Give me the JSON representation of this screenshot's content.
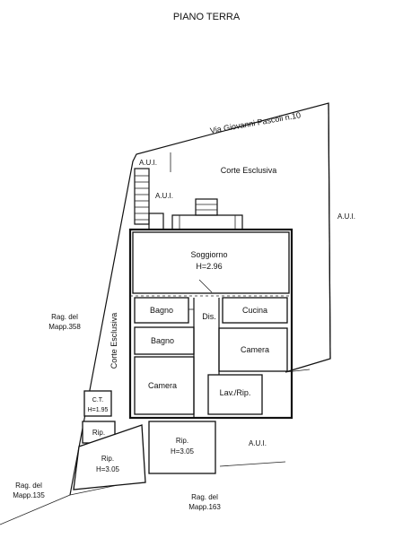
{
  "title": "PIANO TERRA",
  "street": "Via Giovanni Pascoli n.10",
  "labels": {
    "aui_top": "A.U.I.",
    "aui_stair": "A.U.I.",
    "aui_right": "A.U.I.",
    "aui_bottom": "A.U.I.",
    "corte_top": "Corte Esclusiva",
    "corte_side": "Corte Esclusiva",
    "rag_358_line1": "Rag. del",
    "rag_358_line2": "Mapp.358",
    "rag_135_line1": "Rag. del",
    "rag_135_line2": "Mapp.135",
    "rag_163_line1": "Rag. del",
    "rag_163_line2": "Mapp.163"
  },
  "rooms": {
    "soggiorno": {
      "name": "Soggiorno",
      "height": "H=2.96"
    },
    "bagno1": {
      "name": "Bagno"
    },
    "bagno2": {
      "name": "Bagno"
    },
    "dis": {
      "name": "Dis."
    },
    "cucina": {
      "name": "Cucina"
    },
    "camera_right": {
      "name": "Camera"
    },
    "camera_left": {
      "name": "Camera"
    },
    "lav_rip": {
      "name": "Lav./Rip."
    },
    "ct": {
      "name": "C.T.",
      "height": "H=1.95"
    },
    "rip_small": {
      "name": "Rip."
    },
    "rip_left": {
      "name": "Rip.",
      "height": "H=3.05"
    },
    "rip_mid": {
      "name": "Rip.",
      "height": "H=3.05"
    }
  }
}
